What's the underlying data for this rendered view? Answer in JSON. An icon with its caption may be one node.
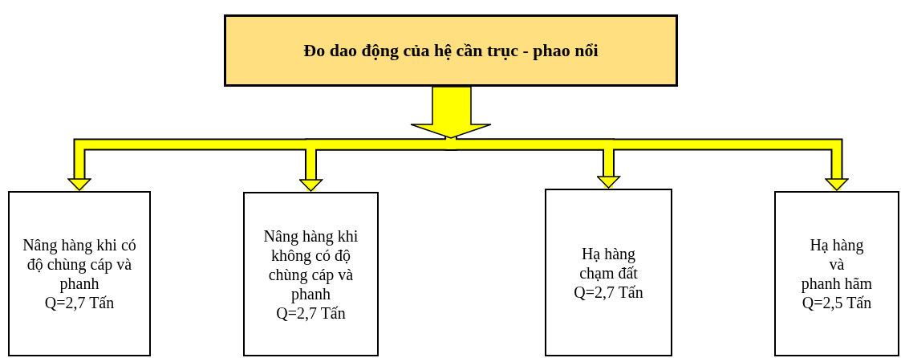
{
  "diagram": {
    "nodes": [
      {
        "text": [
          "Đo dao động của hệ cần trục - phao nổi"
        ]
      },
      {
        "text": [
          "Nâng hàng khi có độ chùng cáp và phanh",
          "Q=2,7 Tấn"
        ]
      },
      {
        "text": [
          "Nâng hàng khi không có độ chùng cáp và phanh",
          "Q=2,7 Tấn"
        ]
      },
      {
        "text": [
          "Hạ hàng chạm đất",
          "Q=2,7 Tấn"
        ]
      },
      {
        "text": [
          "Hạ hàng",
          "và",
          "phanh hãm",
          "Q=2,5 Tấn"
        ]
      }
    ],
    "edges": [
      {
        "from": 0,
        "to": 1,
        "arrow": "to"
      },
      {
        "from": 0,
        "to": 2,
        "arrow": "to"
      },
      {
        "from": 0,
        "to": 3,
        "arrow": "to"
      },
      {
        "from": 0,
        "to": 4,
        "arrow": "to"
      }
    ]
  }
}
